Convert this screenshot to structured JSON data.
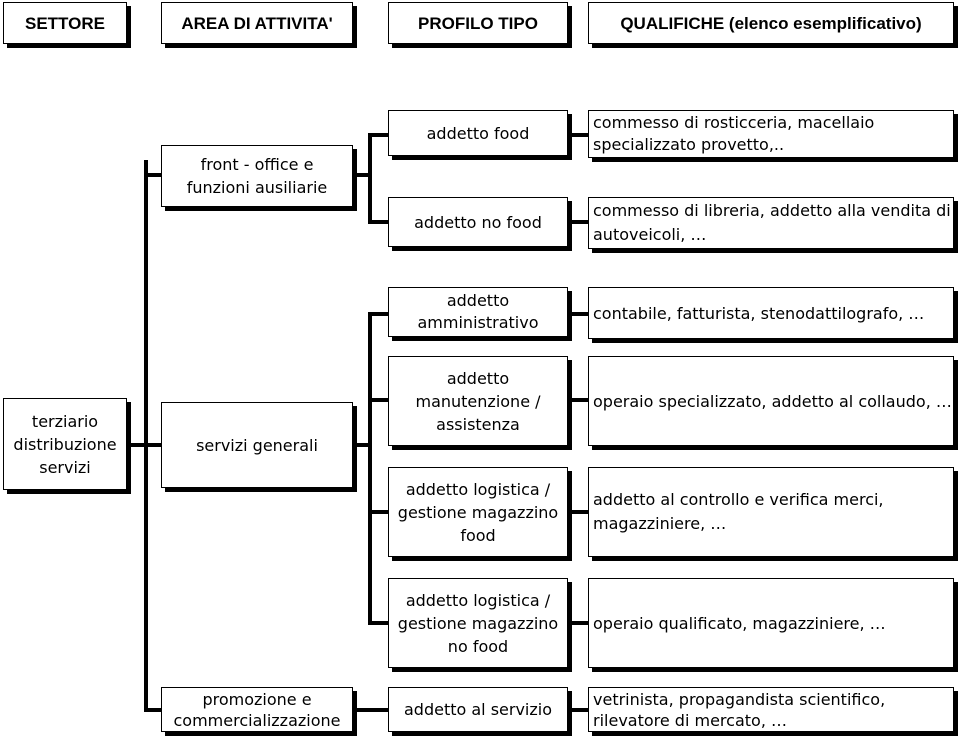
{
  "headers": {
    "settore": "SETTORE",
    "area": "AREA DI ATTIVITA'",
    "profilo": "PROFILO TIPO",
    "qualifiche": "QUALIFICHE (elenco esemplificativo)"
  },
  "settore": {
    "terziario": "terziario distribuzione servizi"
  },
  "aree": {
    "front_office": "front - office e funzioni ausiliarie",
    "servizi_generali": "servizi generali",
    "promozione": "promozione e commercializzazione"
  },
  "profili": {
    "food": "addetto food",
    "no_food": "addetto no food",
    "amministrativo": "addetto amministrativo",
    "manutenzione": "addetto manutenzione / assistenza",
    "logistica_food": "addetto logistica / gestione magazzino food",
    "logistica_no_food": "addetto logistica / gestione magazzino no food",
    "servizio": "addetto al servizio"
  },
  "qualifiche": {
    "food": "commesso di rosticceria, macellaio specializzato provetto,..",
    "no_food": "commesso di libreria, addetto alla vendita di autoveicoli, …",
    "amministrativo": "contabile, fatturista, stenodattilografo, …",
    "manutenzione": "operaio specializzato, addetto al collaudo, …",
    "logistica_food": "addetto al controllo e verifica merci, magazziniere, …",
    "logistica_no_food": "operaio qualificato, magazziniere, …",
    "servizio": "vetrinista, propagandista scientifico, rilevatore di mercato, …"
  }
}
